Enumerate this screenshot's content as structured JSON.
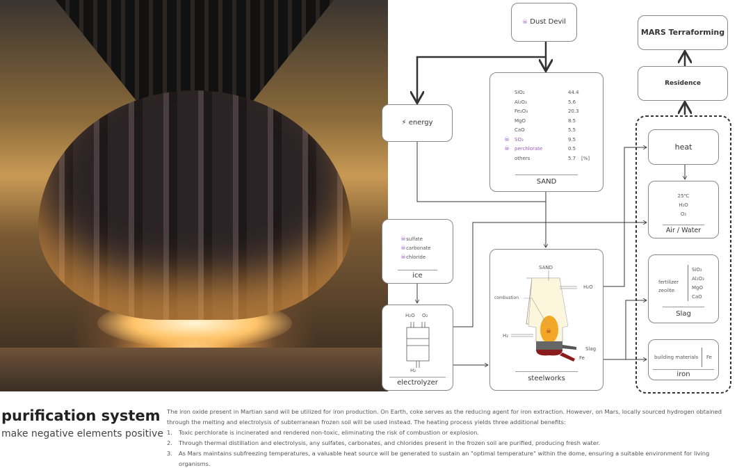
{
  "dust_devil": "Dust Devil",
  "mars": "MARS Terraforming",
  "residence": "Residence",
  "energy": "energy",
  "sand": {
    "title": "SAND",
    "unit": "[%]",
    "rows": [
      {
        "name": "SiO₂",
        "value": "44.4",
        "toxic": false
      },
      {
        "name": "Al₂O₃",
        "value": "5.6",
        "toxic": false
      },
      {
        "name": "Fe₂O₃",
        "value": "20.3",
        "toxic": false
      },
      {
        "name": "MgO",
        "value": "8.5",
        "toxic": false
      },
      {
        "name": "CaO",
        "value": "5.5",
        "toxic": false
      },
      {
        "name": "SO₃",
        "value": "9.5",
        "toxic": true
      },
      {
        "name": "perchlorate",
        "value": "0.5",
        "toxic": true
      },
      {
        "name": "others",
        "value": "5.7",
        "toxic": false
      }
    ]
  },
  "ice": {
    "title": "ice",
    "items": [
      "sulfate",
      "carbonate",
      "chloride"
    ]
  },
  "electrolyzer": {
    "title": "electrolyzer",
    "h2o": "H₂O",
    "o2": "O₂",
    "h2": "H₂"
  },
  "steelworks": {
    "title": "steelworks",
    "sand": "SAND",
    "h2o": "H₂O",
    "combustion": "combustion",
    "h2": "H₂",
    "slag": "Slag",
    "fe": "Fe"
  },
  "heat": "heat",
  "air_water": {
    "title": "Air / Water",
    "items": [
      "25℃",
      "H₂O",
      "O₂"
    ]
  },
  "slag": {
    "title": "Slag",
    "left": [
      "fertilizer",
      "zeolite"
    ],
    "right": [
      "SiO₂",
      "Al₂O₃",
      "MgO",
      "CaO"
    ]
  },
  "iron": {
    "title": "iron",
    "left": "building materials",
    "right": "Fe"
  },
  "caption": {
    "title": "purification system",
    "subtitle": "make negative elements positive"
  },
  "paragraph": {
    "intro": "The iron oxide present in Martian sand will be utilized for iron production. On Earth, coke serves as the reducing agent for iron extraction. However, on Mars, locally sourced hydrogen obtained through the melting and electrolysis of subterranean frozen soil will be used instead. The heating process yields three additional benefits:",
    "items": [
      {
        "n": "1.",
        "t": "Toxic perchlorate is incinerated and rendered non-toxic, eliminating the risk of combustion or explosion."
      },
      {
        "n": "2.",
        "t": "Through thermal distillation and electrolysis, any sulfates, carbonates, and chlorides present in the frozen soil are purified, producing fresh water."
      },
      {
        "n": "3.",
        "t": "As Mars maintains subfreezing temperatures, a valuable heat source will be generated to sustain an \"optimal temperature\" within the dome, ensuring a suitable environment for living organisms."
      }
    ]
  }
}
